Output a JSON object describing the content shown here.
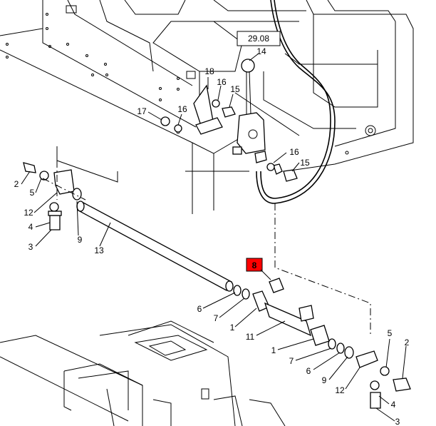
{
  "reference_box": "29.08",
  "highlighted_part": "8",
  "highlight_color": "#ff0000",
  "labels": {
    "p14": "14",
    "p18": "18",
    "p16a": "16",
    "p15a": "15",
    "p17": "17",
    "p16b": "16",
    "p16c": "16",
    "p15b": "15",
    "l2": "2",
    "l5": "5",
    "l12": "12",
    "l4": "4",
    "l3": "3",
    "l9": "9",
    "l13": "13",
    "p8": "8",
    "m6": "6",
    "m7": "7",
    "m1a": "1",
    "m11": "11",
    "m1b": "1",
    "m7b": "7",
    "m6b": "6",
    "m9": "9",
    "m12": "12",
    "r5": "5",
    "r2": "2",
    "r4": "4",
    "r3": "3"
  }
}
